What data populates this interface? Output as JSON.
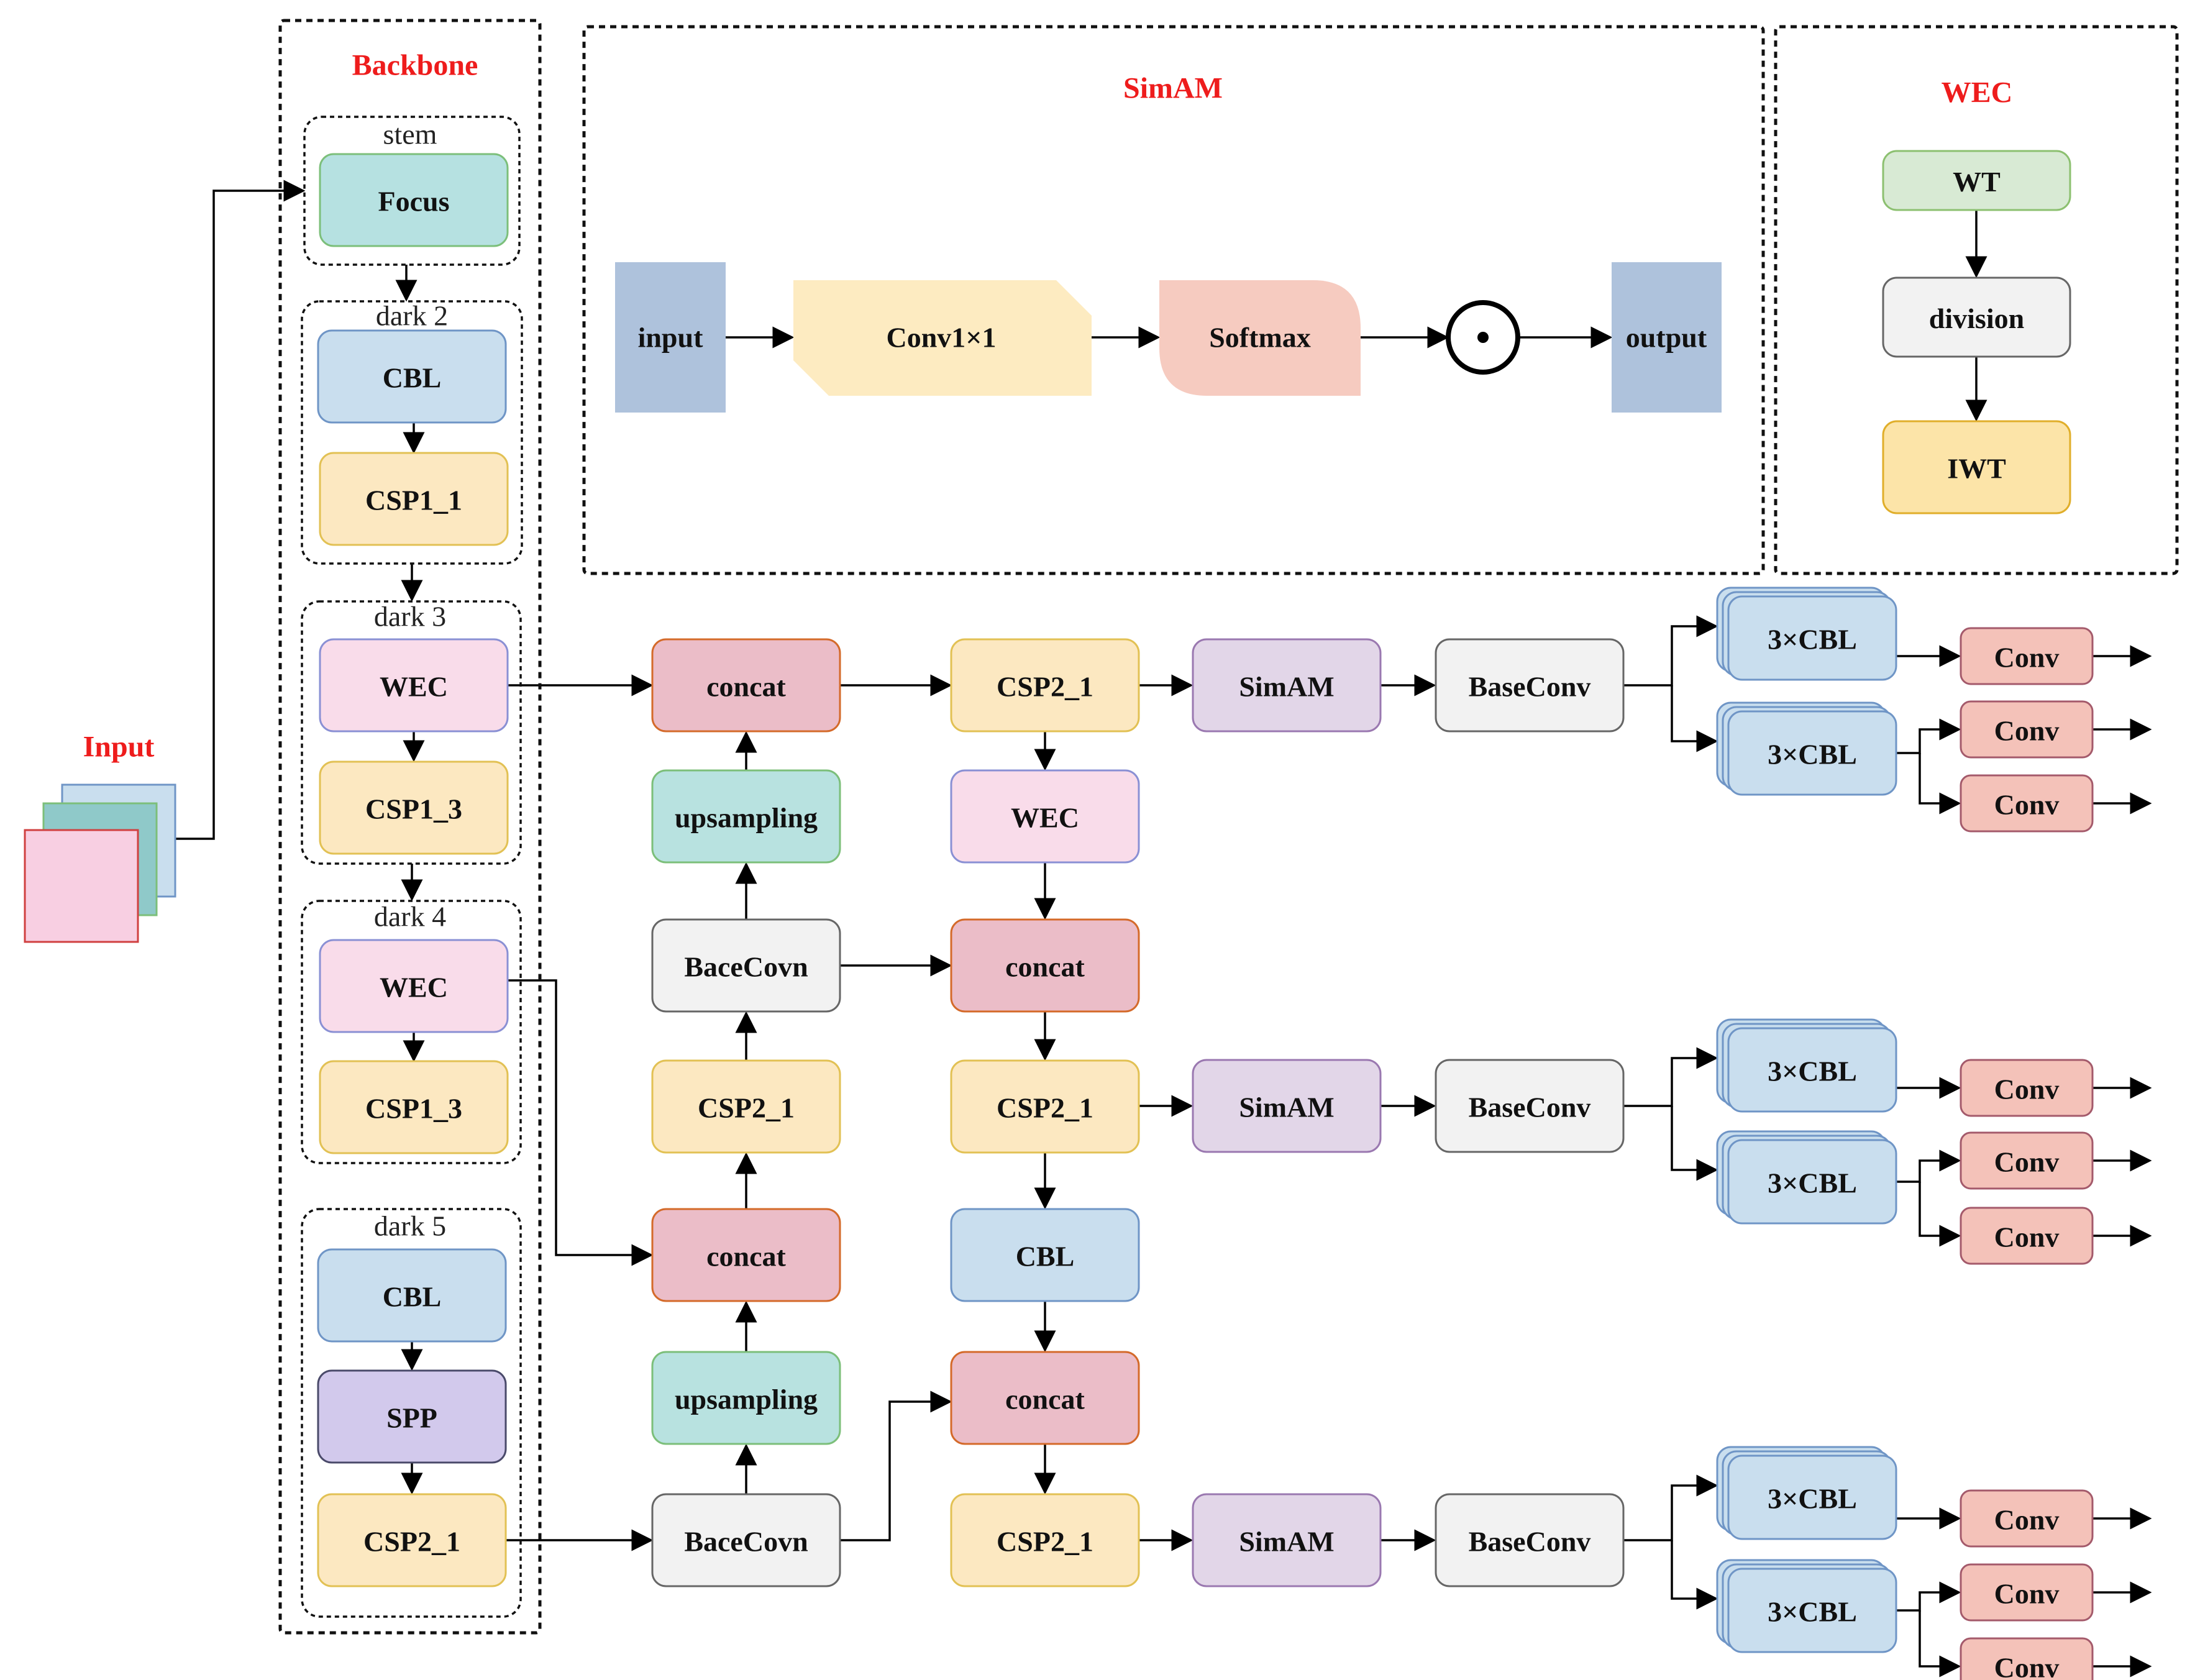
{
  "colors": {
    "focus": "#b6e1e1",
    "focus_border": "#7cbf7a",
    "cbl": "#c9deee",
    "cbl_border": "#6f95c6",
    "csp": "#fce8c1",
    "csp_border": "#e2c154",
    "wec": "#f9dcea",
    "wec_border": "#8a90d4",
    "spp": "#d2c9ec",
    "spp_border": "#4a4a6a",
    "concat": "#ebbdc8",
    "concat_border": "#d46a2a",
    "upsampling": "#b8e2e0",
    "upsampling_border": "#7cbf7a",
    "baseconv": "#f2f2f2",
    "baseconv_border": "#666666",
    "simam": "#e2d6e8",
    "simam_border": "#9a78b0",
    "conv": "#f4c2b9",
    "conv_border": "#a45a6b",
    "io": "#aec2dc",
    "conv1x1": "#fdebc1",
    "softmax": "#f6cbc0",
    "wt": "#d8ead4",
    "wt_border": "#8cc070",
    "division": "#f2f2f2",
    "iwt": "#fce4a8",
    "iwt_border": "#e0ae2a",
    "red_title": "#ee1c1c"
  },
  "input_title": "Input",
  "backbone": {
    "title": "Backbone",
    "stem": {
      "label": "stem",
      "focus": "Focus"
    },
    "dark2": {
      "label": "dark 2",
      "cbl": "CBL",
      "csp": "CSP1_1"
    },
    "dark3": {
      "label": "dark 3",
      "wec": "WEC",
      "csp": "CSP1_3"
    },
    "dark4": {
      "label": "dark 4",
      "wec": "WEC",
      "csp": "CSP1_3"
    },
    "dark5": {
      "label": "dark 5",
      "cbl": "CBL",
      "spp": "SPP",
      "csp": "CSP2_1"
    }
  },
  "simam_panel": {
    "title": "SimAM",
    "input": "input",
    "conv": "Conv1×1",
    "softmax": "Softmax",
    "output": "output",
    "operator": "⊙"
  },
  "wec_panel": {
    "title": "WEC",
    "wt": "WT",
    "division": "division",
    "iwt": "IWT"
  },
  "neck": {
    "col1": [
      "concat",
      "upsampling",
      "BaceCovn",
      "CSP2_1",
      "concat",
      "upsampling",
      "BaceCovn"
    ],
    "col2": [
      "CSP2_1",
      "WEC",
      "concat",
      "CSP2_1",
      "CBL",
      "concat",
      "CSP2_1"
    ]
  },
  "heads": [
    {
      "simam": "SimAM",
      "baseconv": "BaseConv",
      "cbl_a": "3×CBL",
      "cbl_b": "3×CBL",
      "convs": [
        "Conv",
        "Conv",
        "Conv"
      ]
    },
    {
      "simam": "SimAM",
      "baseconv": "BaseConv",
      "cbl_a": "3×CBL",
      "cbl_b": "3×CBL",
      "convs": [
        "Conv",
        "Conv",
        "Conv"
      ]
    },
    {
      "simam": "SimAM",
      "baseconv": "BaseConv",
      "cbl_a": "3×CBL",
      "cbl_b": "3×CBL",
      "convs": [
        "Conv",
        "Conv",
        "Conv"
      ]
    }
  ]
}
